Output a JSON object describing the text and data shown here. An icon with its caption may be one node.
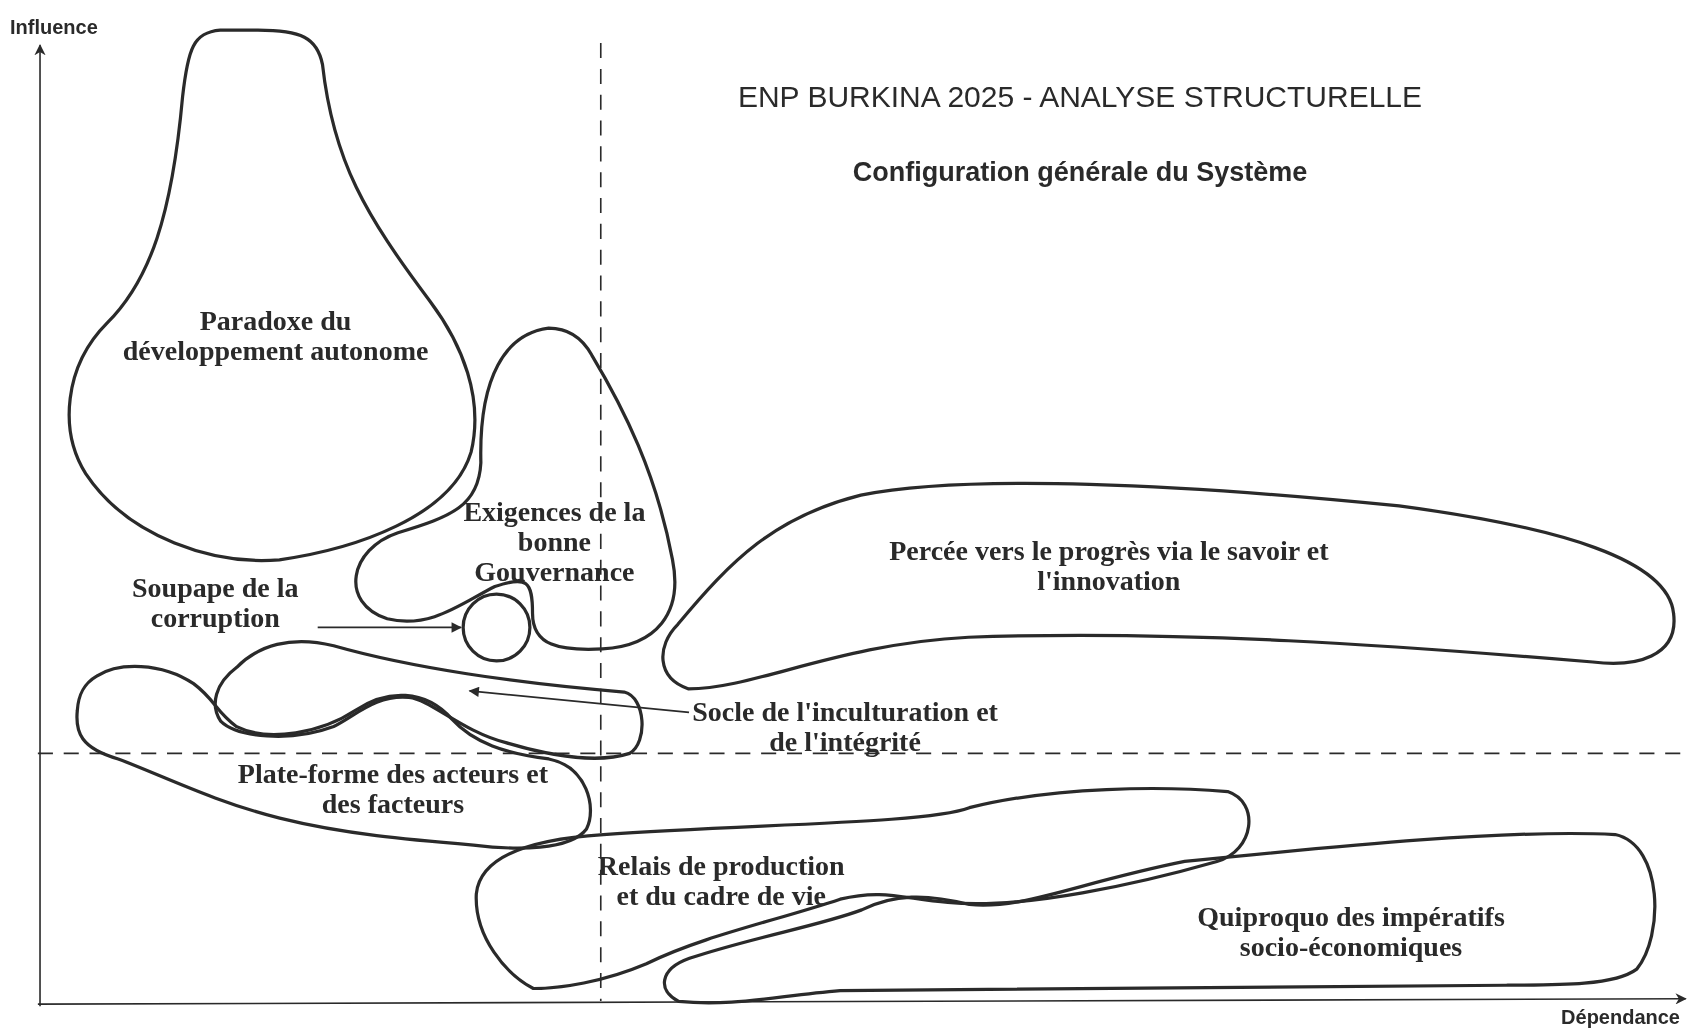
{
  "diagram": {
    "title": "ENP BURKINA 2025 - ANALYSE STRUCTURELLE",
    "nodes": [
      {
        "text": [
          "Paradoxe du développement autonome"
        ]
      },
      {
        "text": [
          "Exigences de la bonne Gouvernance"
        ]
      },
      {
        "text": [
          "Soupape de la corruption"
        ]
      },
      {
        "text": [],
        "shape": "circle"
      },
      {
        "text": [
          "Percée vers le progrès via le savoir et l'innovation"
        ]
      },
      {
        "text": [
          "Socle de l'inculturation et de l'intégrité"
        ]
      },
      {
        "text": [],
        "shape": "blob"
      },
      {
        "text": [
          "Plate-forme des acteurs et des facteurs"
        ]
      },
      {
        "text": [
          "Relais de production et du cadre de vie"
        ]
      },
      {
        "text": [
          "Quiproquo des impératifs socio-économiques"
        ]
      }
    ],
    "edges": [
      {
        "from": 2,
        "to": 3,
        "arrow": "to"
      },
      {
        "from": 5,
        "to": 6,
        "arrow": "to"
      }
    ],
    "labels": [
      "Configuration générale du Système",
      "Influence",
      "Dépendance"
    ]
  }
}
